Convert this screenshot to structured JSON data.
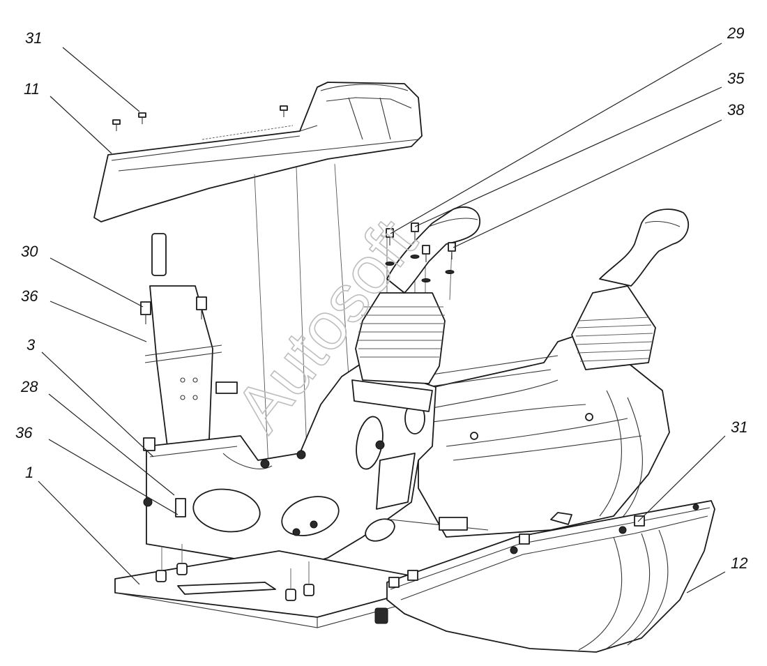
{
  "diagram": {
    "watermark": "Autosoft",
    "labels": {
      "l31_top": "31",
      "l11": "11",
      "l30": "30",
      "l36_upper": "36",
      "l3": "3",
      "l28": "28",
      "l36_lower": "36",
      "l1": "1",
      "l29": "29",
      "l35": "35",
      "l38": "38",
      "l31_right": "31",
      "l12": "12"
    }
  }
}
